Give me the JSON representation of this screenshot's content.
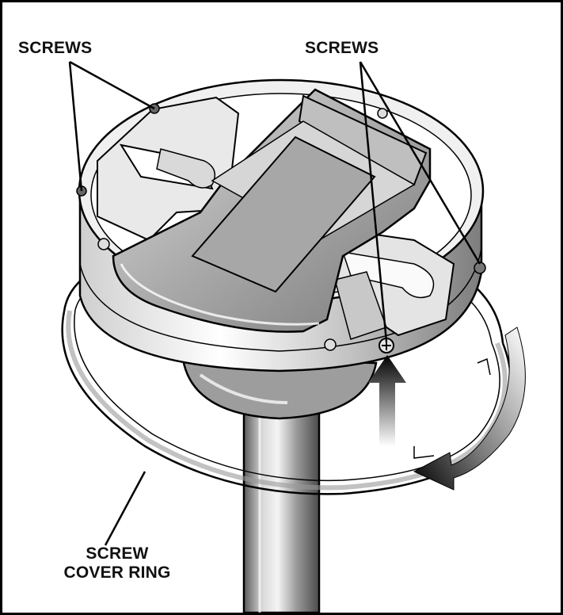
{
  "labels": {
    "screws_left": "SCREWS",
    "screws_right": "SCREWS",
    "cover_ring_line1": "SCREW",
    "cover_ring_line2": "COVER RING"
  },
  "colors": {
    "line": "#000000",
    "metal_light": "#e6e6e6",
    "metal_mid": "#b3b3b3",
    "metal_dark": "#6e6e6e",
    "background": "#ffffff"
  }
}
